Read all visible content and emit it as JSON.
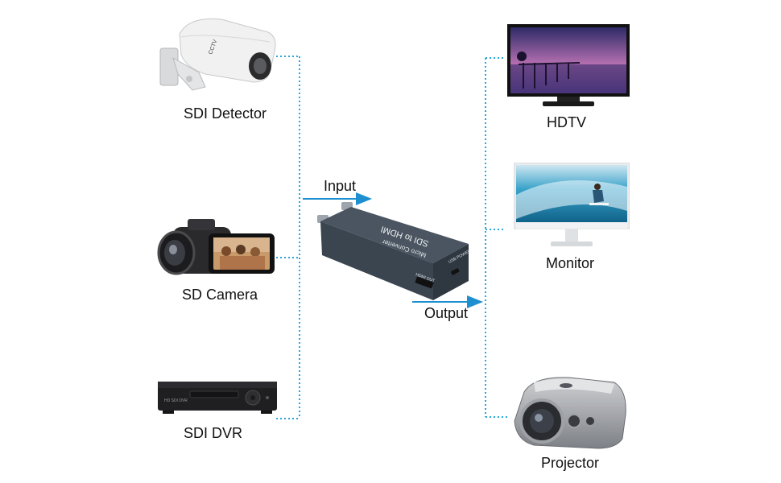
{
  "colors": {
    "wire": "#2aa6d8",
    "arrow": "#1e8fd0",
    "device_dark": "#222226",
    "converter": "#3f4a55"
  },
  "sources": {
    "detector": {
      "label": "SDI Detector",
      "icon": "cctv-camera-icon"
    },
    "camera": {
      "label": "SD Camera",
      "icon": "camcorder-icon"
    },
    "dvr": {
      "label": "SDI DVR",
      "icon": "dvr-recorder-icon",
      "panel_text": "HD SDI DVR"
    }
  },
  "converter": {
    "top_text_1": "Micro Converter",
    "top_text_2": "SDI to HDMI",
    "port_hdmi": "HDMI OUT",
    "port_usb": "USB POWER",
    "input_label": "Input",
    "output_label": "Output"
  },
  "outputs": {
    "hdtv": {
      "label": "HDTV",
      "icon": "tv-icon"
    },
    "monitor": {
      "label": "Monitor",
      "icon": "monitor-icon"
    },
    "projector": {
      "label": "Projector",
      "icon": "projector-icon"
    }
  }
}
